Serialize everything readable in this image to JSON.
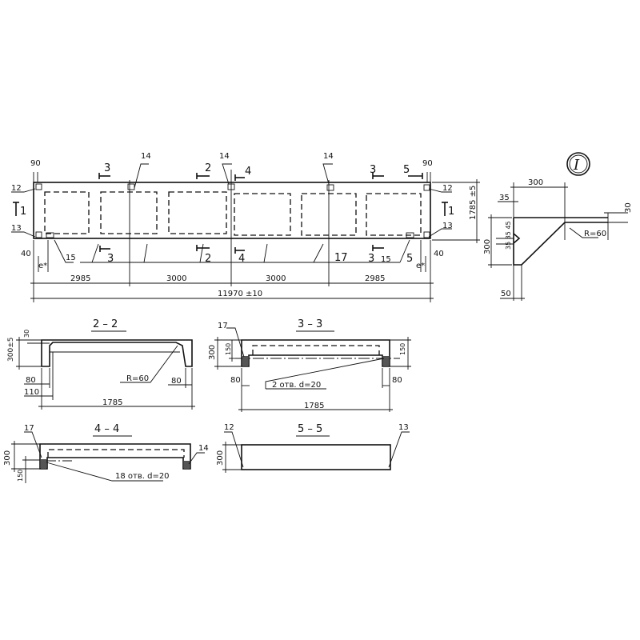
{
  "plan": {
    "top": [
      "90",
      "14",
      "14",
      "14",
      "90"
    ],
    "section_marks_top": [
      "3",
      "2",
      "4",
      "3",
      "5"
    ],
    "section_marks_bottom": [
      "3",
      "2",
      "4",
      "3",
      "5"
    ],
    "side_marks": [
      "1",
      "1"
    ],
    "corners": [
      "12",
      "12",
      "13",
      "13"
    ],
    "bottom_labels": [
      "40",
      "40",
      "15",
      "15",
      "17",
      "e*",
      "e*"
    ],
    "dims": [
      "2985",
      "3000",
      "3000",
      "2985"
    ],
    "total": "11970 ±10",
    "width": "1785 ±5"
  },
  "detail": {
    "title": "I",
    "dims": [
      "300",
      "35",
      "30",
      "R=60",
      "300",
      "35 35 45",
      "50"
    ]
  },
  "sections": {
    "s22": {
      "title": "2 – 2",
      "dims": [
        "300±5",
        "30",
        "R=60",
        "80",
        "80",
        "110",
        "1785"
      ]
    },
    "s33": {
      "title": "3 – 3",
      "dims": [
        "17",
        "150",
        "300",
        "150",
        "80",
        "80",
        "1785"
      ],
      "note": "2 отв. d=20"
    },
    "s44": {
      "title": "4 – 4",
      "dims": [
        "17",
        "300",
        "150",
        "14"
      ],
      "note": "18 отв. d=20"
    },
    "s55": {
      "title": "5 – 5",
      "dims": [
        "12",
        "13",
        "300"
      ]
    }
  }
}
